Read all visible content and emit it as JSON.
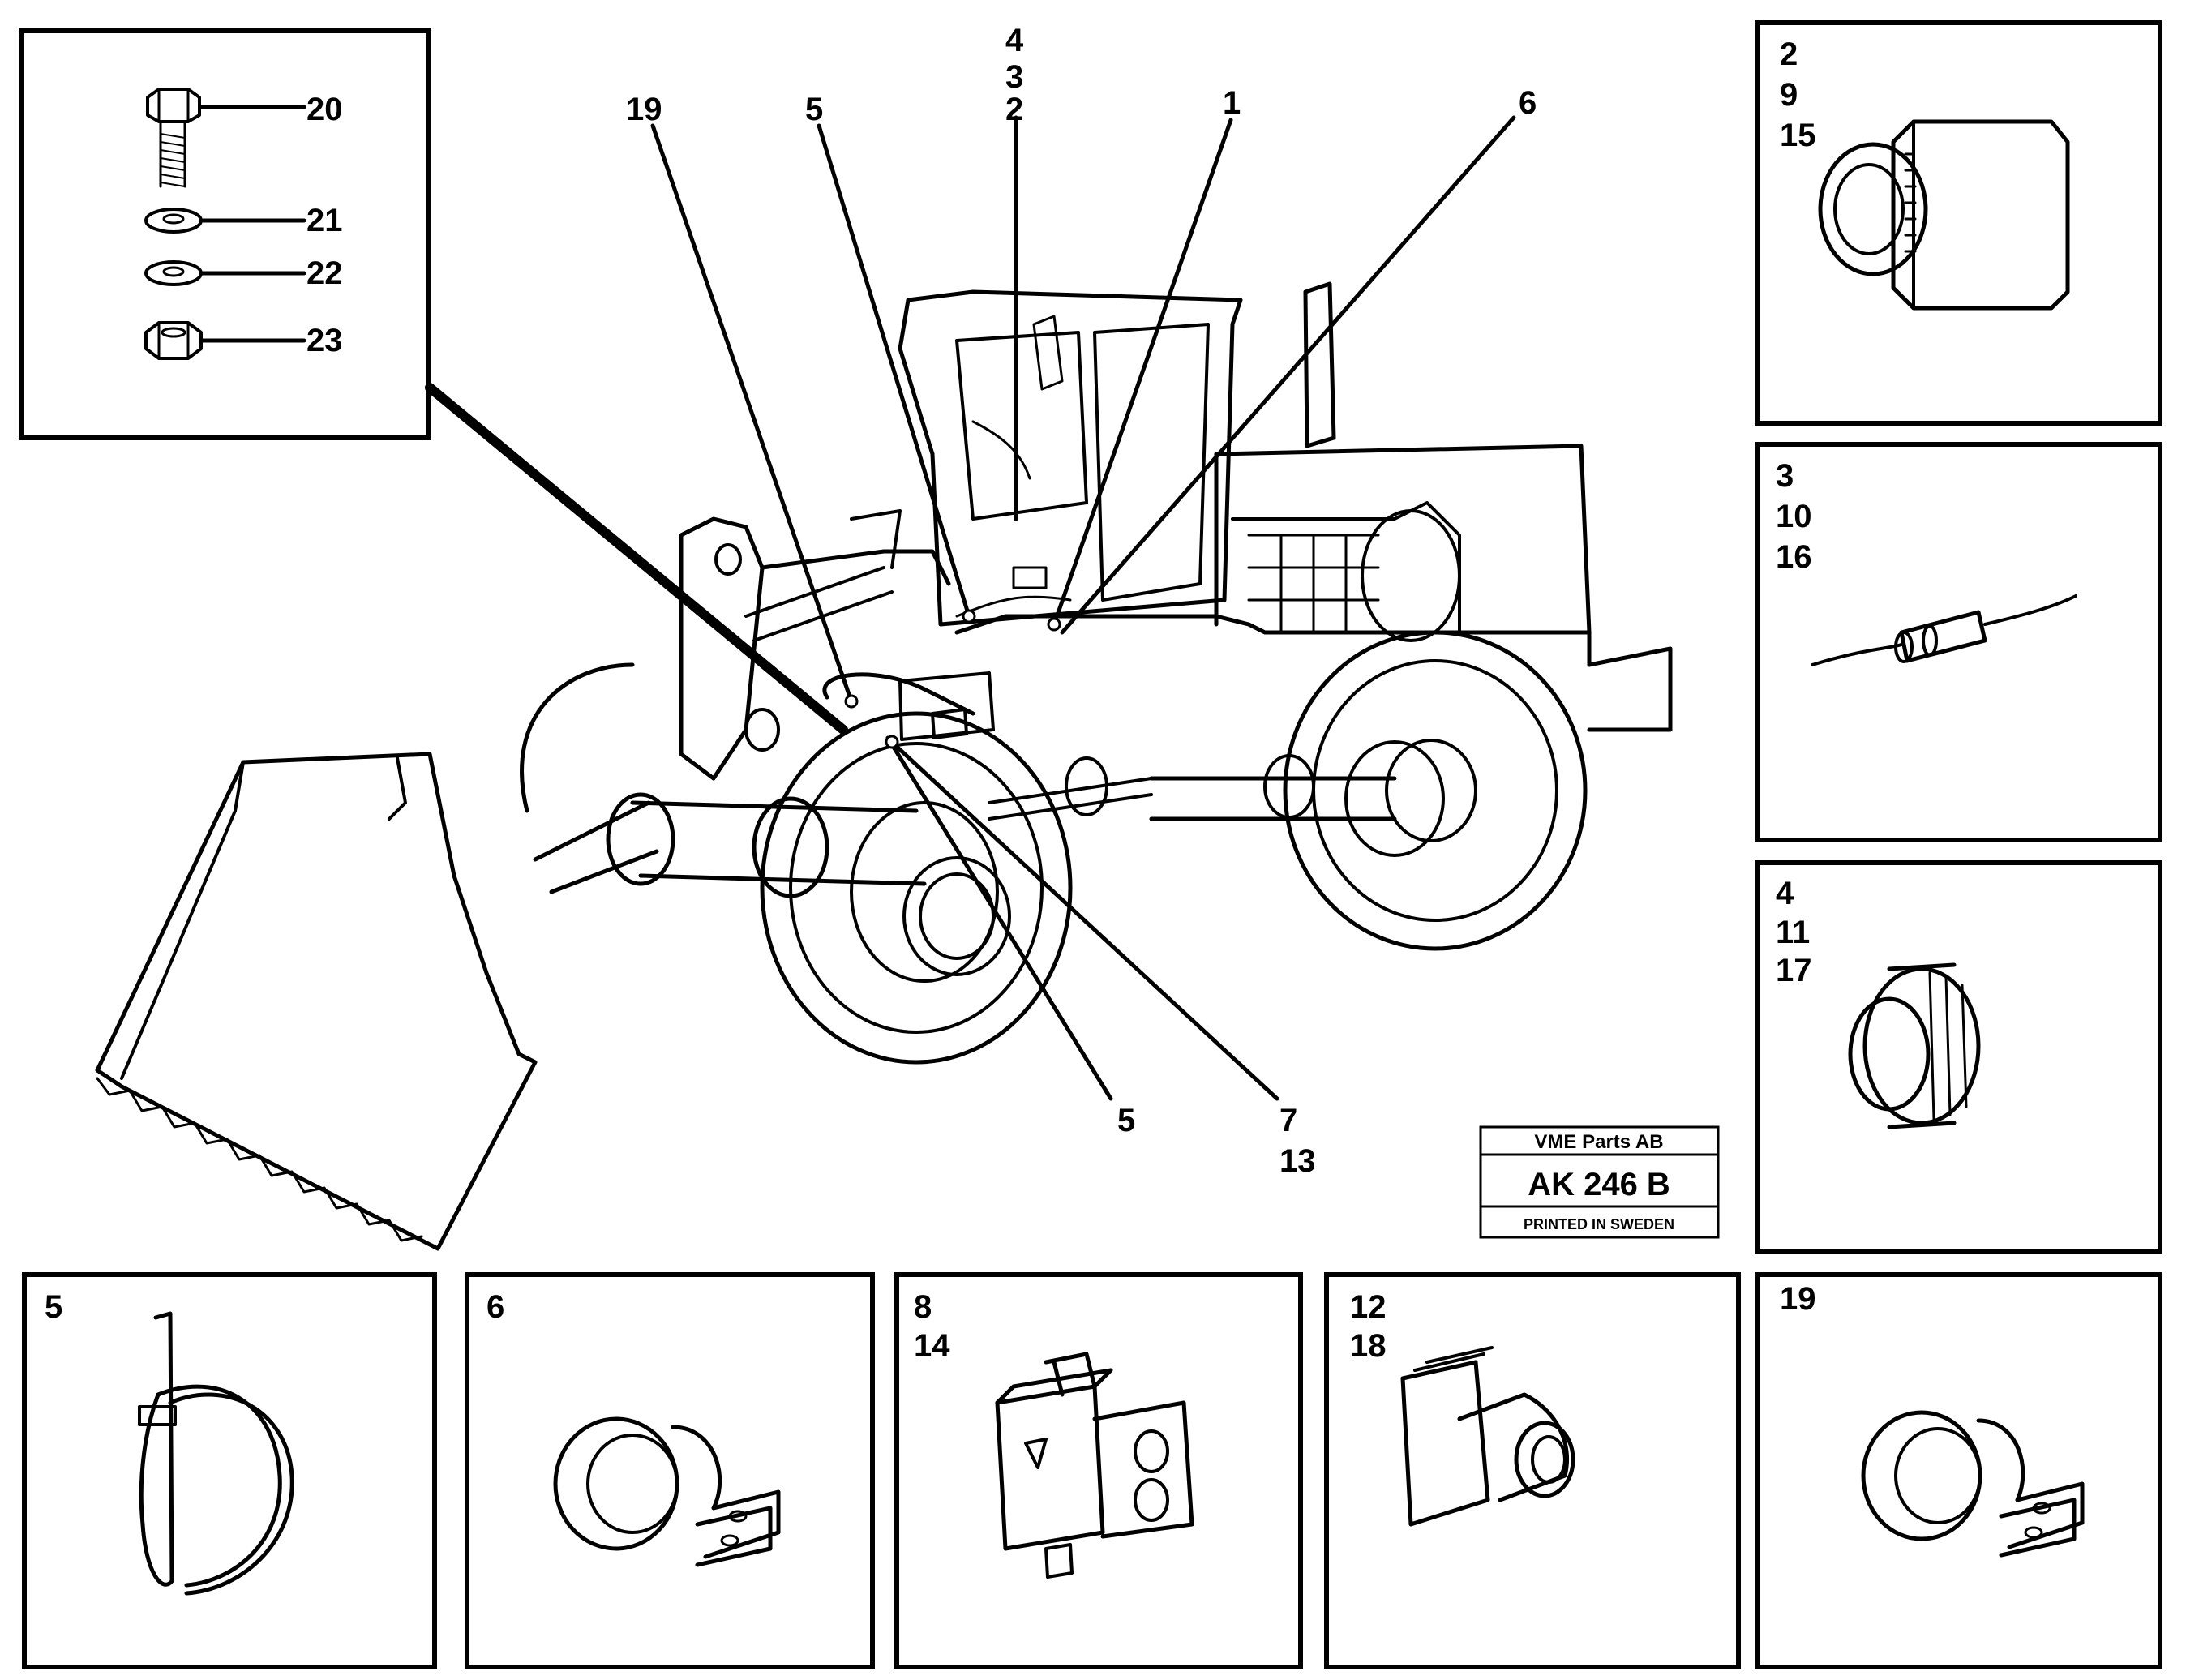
{
  "inset_hardware": {
    "labels": [
      "20",
      "21",
      "22",
      "23"
    ]
  },
  "main_labels": {
    "l19": "19",
    "l5_top": "5",
    "l4": "4",
    "l3": "3",
    "l2": "2",
    "l1": "1",
    "l6": "6",
    "l5_bottom": "5",
    "l7": "7",
    "l13": "13"
  },
  "panels": {
    "p_2_9_15": [
      "2",
      "9",
      "15"
    ],
    "p_3_10_16": [
      "3",
      "10",
      "16"
    ],
    "p_4_11_17": [
      "4",
      "11",
      "17"
    ],
    "p_5": [
      "5"
    ],
    "p_6": [
      "6"
    ],
    "p_8_14": [
      "8",
      "14"
    ],
    "p_12_18": [
      "12",
      "18"
    ],
    "p_19": [
      "19"
    ]
  },
  "title_block": {
    "company": "VME Parts AB",
    "code": "AK 246 B",
    "printed": "PRINTED IN SWEDEN"
  }
}
